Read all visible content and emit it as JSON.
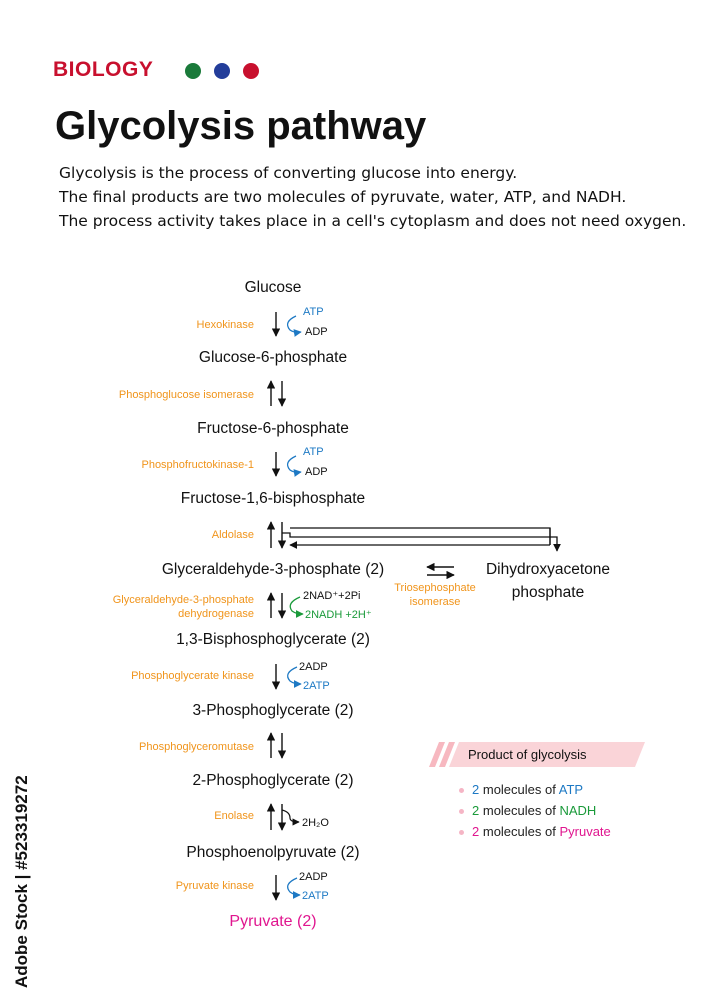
{
  "header": {
    "subject": "BIOLOGY",
    "dots": [
      "#1a7a3a",
      "#233d9a",
      "#c8102e"
    ],
    "title": "Glycolysis pathway",
    "description": [
      "Glycolysis is the process of converting glucose into energy.",
      "The final products are two molecules of pyruvate, water, ATP, and NADH.",
      "The process activity takes place in a cell's cytoplasm and does not need oxygen."
    ]
  },
  "pathway": {
    "molecules": {
      "glucose": "Glucose",
      "g6p": "Glucose-6-phosphate",
      "f6p": "Fructose-6-phosphate",
      "f16bp": "Fructose-1,6-bisphosphate",
      "g3p": "Glyceraldehyde-3-phosphate (2)",
      "dhap_line1": "Dihydroxyacetone",
      "dhap_line2": "phosphate",
      "bpg": "1,3-Bisphosphoglycerate (2)",
      "pg3": "3-Phosphoglycerate (2)",
      "pg2": "2-Phosphoglycerate (2)",
      "pep": "Phosphoenolpyruvate (2)",
      "pyruvate": "Pyruvate",
      "pyruvate_count": "(2)"
    },
    "enzymes": {
      "hexokinase": "Hexokinase",
      "phosphoglucose_isomerase": "Phosphoglucose isomerase",
      "phosphofructokinase": "Phosphofructokinase-1",
      "aldolase": "Aldolase",
      "g3pdh_line1": "Glyceraldehyde-3-phosphate",
      "g3pdh_line2": "dehydrogenase",
      "triose_line1": "Triosephosphate",
      "triose_line2": "isomerase",
      "pgk": "Phosphoglycerate kinase",
      "pgm": "Phosphoglyceromutase",
      "enolase": "Enolase",
      "pyruvate_kinase": "Pyruvate kinase"
    },
    "cofactors": {
      "hex_in": "ATP",
      "hex_out": "ADP",
      "pfk_in": "ATP",
      "pfk_out": "ADP",
      "g3pdh_in": "2NAD⁺+2Pi",
      "g3pdh_out": "2NADH +2H⁺",
      "pgk_in": "2ADP",
      "pgk_out": "2ATP",
      "enolase_out": "2H₂O",
      "pk_in": "2ADP",
      "pk_out": "2ATP"
    }
  },
  "legend": {
    "title": "Product of glycolysis",
    "items": [
      {
        "count": "2",
        "text": "molecules of",
        "product": "ATP",
        "color": "#1d79c4"
      },
      {
        "count": "2",
        "text": "molecules of",
        "product": "NADH",
        "color": "#1a9a3a"
      },
      {
        "count": "2",
        "text": "molecules of",
        "product": "Pyruvate",
        "color": "#e0168f"
      }
    ]
  },
  "watermark": "Adobe Stock | #523319272"
}
